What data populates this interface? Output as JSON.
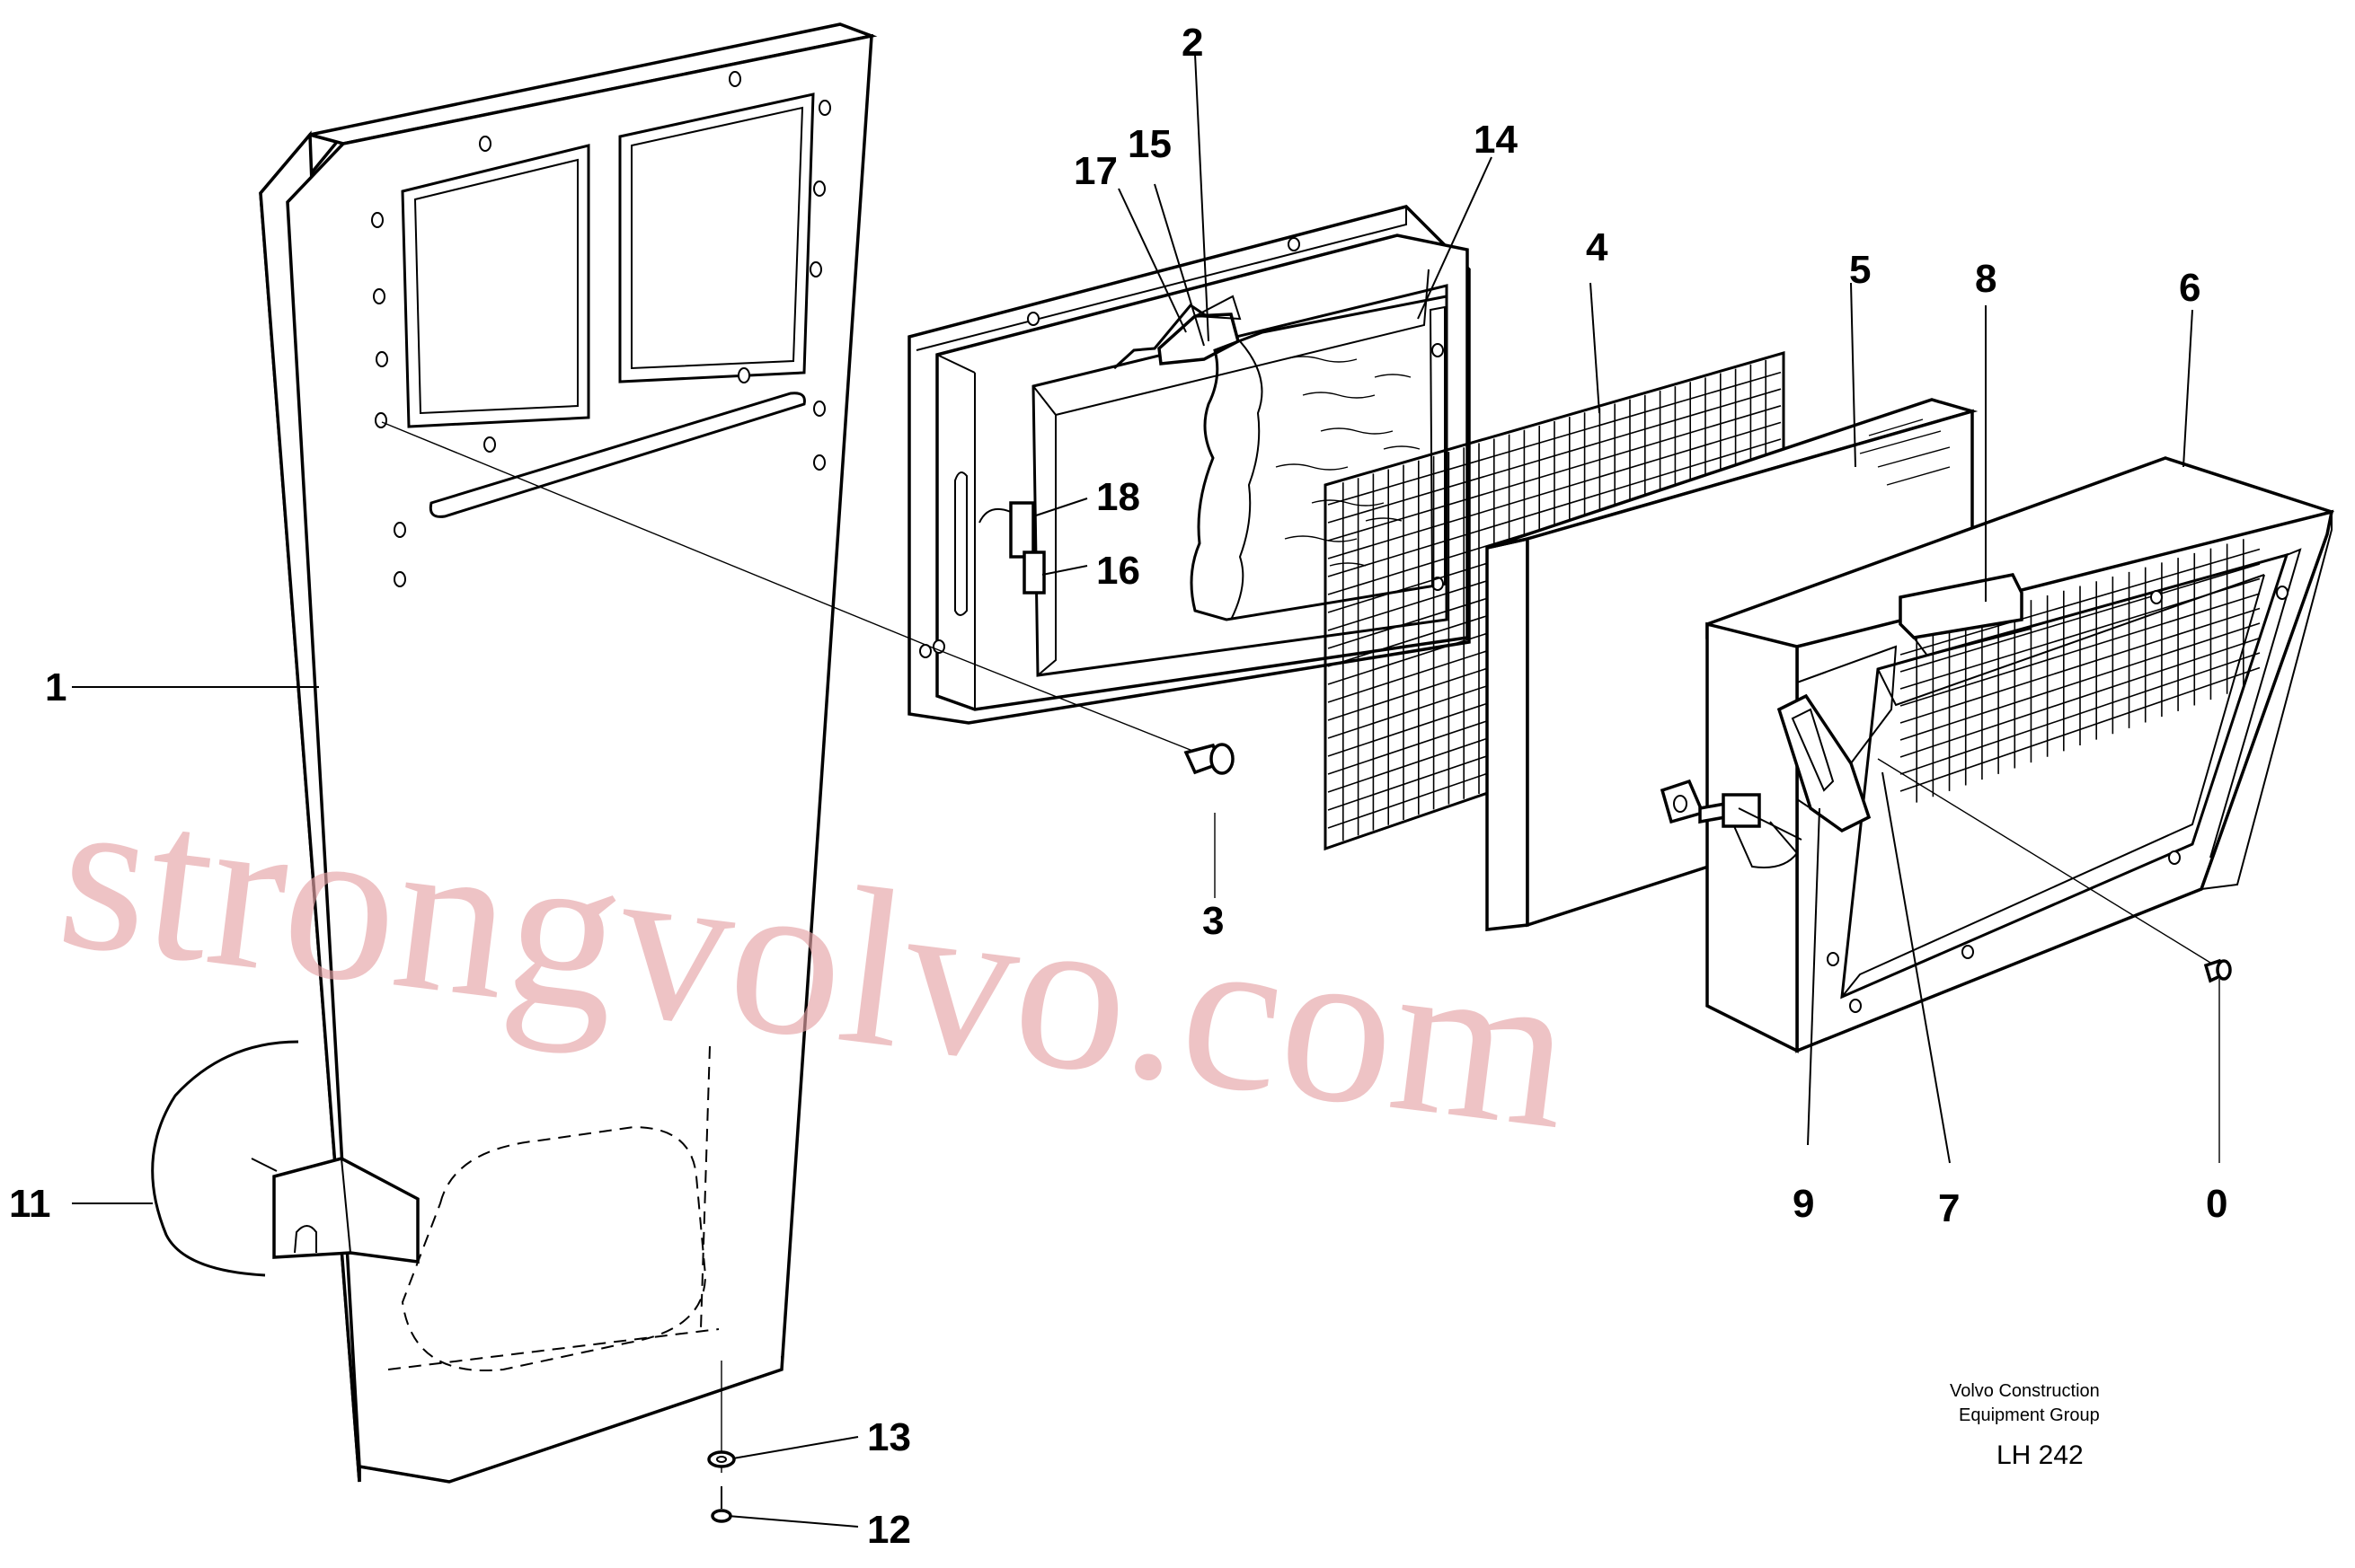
{
  "diagram": {
    "callouts": [
      {
        "id": "c1",
        "label": "1"
      },
      {
        "id": "c2",
        "label": "2"
      },
      {
        "id": "c3",
        "label": "3"
      },
      {
        "id": "c4",
        "label": "4"
      },
      {
        "id": "c5",
        "label": "5"
      },
      {
        "id": "c6",
        "label": "6"
      },
      {
        "id": "c7",
        "label": "7"
      },
      {
        "id": "c8",
        "label": "8"
      },
      {
        "id": "c9",
        "label": "9"
      },
      {
        "id": "c10",
        "label": "0"
      },
      {
        "id": "c11",
        "label": "11"
      },
      {
        "id": "c12",
        "label": "12"
      },
      {
        "id": "c13",
        "label": "13"
      },
      {
        "id": "c14",
        "label": "14"
      },
      {
        "id": "c15",
        "label": "15"
      },
      {
        "id": "c16",
        "label": "16"
      },
      {
        "id": "c17",
        "label": "17"
      },
      {
        "id": "c18",
        "label": "18"
      }
    ],
    "caption": {
      "line1": "Volvo Construction",
      "line2": "Equipment Group",
      "id": "LH 242"
    },
    "watermark": "strongvolvo.com"
  }
}
